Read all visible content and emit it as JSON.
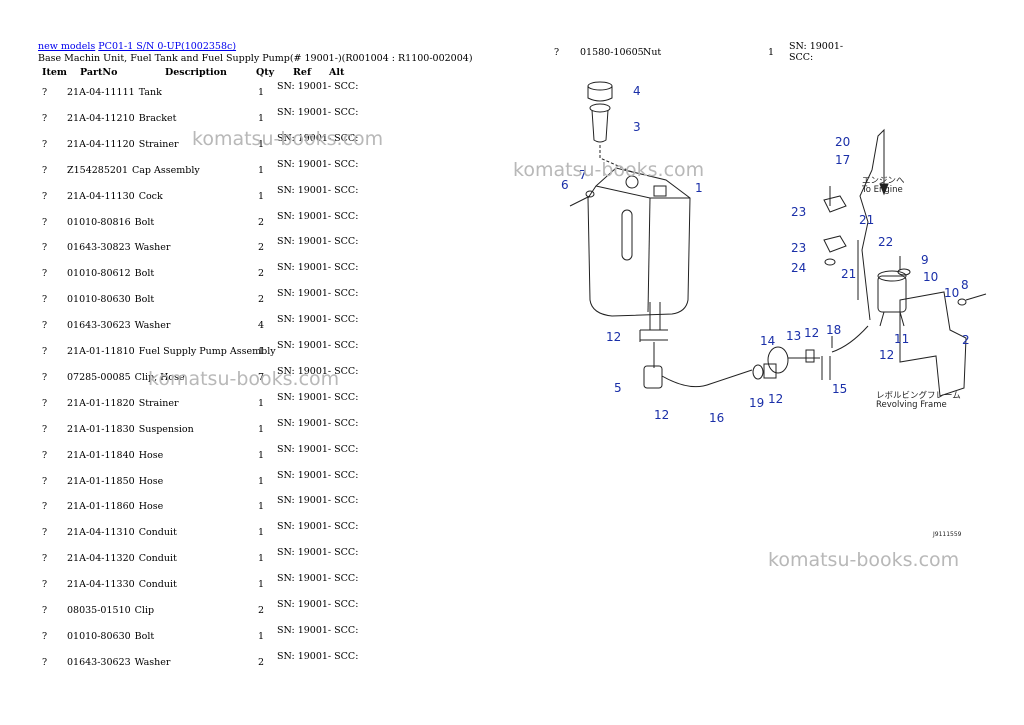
{
  "header": {
    "link_new_models": "new models",
    "link_model": "PC01-1 S/N 0-UP(1002358c)",
    "title": "Base Machin Unit, Fuel Tank and Fuel Supply Pump(# 19001-)(R001004 : R1100-002004)"
  },
  "columns": {
    "item": "Item",
    "partno": "PartNo",
    "description": "Description",
    "qty": "Qty",
    "ref": "Ref",
    "alt": "Alt"
  },
  "parts": [
    {
      "item": "?",
      "partno": "21A-04-11111",
      "desc": "Tank",
      "qty": "1",
      "ref": "SN: 19001-\nSCC:"
    },
    {
      "item": "?",
      "partno": "21A-04-11210",
      "desc": "Bracket",
      "qty": "1",
      "ref": "SN: 19001-\nSCC:"
    },
    {
      "item": "?",
      "partno": "21A-04-11120",
      "desc": "Strainer",
      "qty": "1",
      "ref": "SN: 19001-\nSCC:"
    },
    {
      "item": "?",
      "partno": "Z154285201",
      "desc": "Cap Assembly",
      "qty": "1",
      "ref": "SN: 19001-\nSCC:"
    },
    {
      "item": "?",
      "partno": "21A-04-11130",
      "desc": "Cock",
      "qty": "1",
      "ref": "SN: 19001-\nSCC:"
    },
    {
      "item": "?",
      "partno": "01010-80816",
      "desc": "Bolt",
      "qty": "2",
      "ref": "SN: 19001-\nSCC:"
    },
    {
      "item": "?",
      "partno": "01643-30823",
      "desc": "Washer",
      "qty": "2",
      "ref": "SN: 19001-\nSCC:"
    },
    {
      "item": "?",
      "partno": "01010-80612",
      "desc": "Bolt",
      "qty": "2",
      "ref": "SN: 19001-\nSCC:"
    },
    {
      "item": "?",
      "partno": "01010-80630",
      "desc": "Bolt",
      "qty": "2",
      "ref": "SN: 19001-\nSCC:"
    },
    {
      "item": "?",
      "partno": "01643-30623",
      "desc": "Washer",
      "qty": "4",
      "ref": "SN: 19001-\nSCC:"
    },
    {
      "item": "?",
      "partno": "21A-01-11810",
      "desc": "Fuel Supply Pump Assembly",
      "qty": "1",
      "ref": "SN: 19001-\nSCC:"
    },
    {
      "item": "?",
      "partno": "07285-00085",
      "desc": "Clip, Hose",
      "qty": "7",
      "ref": "SN: 19001-\nSCC:"
    },
    {
      "item": "?",
      "partno": "21A-01-11820",
      "desc": "Strainer",
      "qty": "1",
      "ref": "SN: 19001-\nSCC:"
    },
    {
      "item": "?",
      "partno": "21A-01-11830",
      "desc": "Suspension",
      "qty": "1",
      "ref": "SN: 19001-\nSCC:"
    },
    {
      "item": "?",
      "partno": "21A-01-11840",
      "desc": "Hose",
      "qty": "1",
      "ref": "SN: 19001-\nSCC:"
    },
    {
      "item": "?",
      "partno": "21A-01-11850",
      "desc": "Hose",
      "qty": "1",
      "ref": "SN: 19001-\nSCC:"
    },
    {
      "item": "?",
      "partno": "21A-01-11860",
      "desc": "Hose",
      "qty": "1",
      "ref": "SN: 19001-\nSCC:"
    },
    {
      "item": "?",
      "partno": "21A-04-11310",
      "desc": "Conduit",
      "qty": "1",
      "ref": "SN: 19001-\nSCC:"
    },
    {
      "item": "?",
      "partno": "21A-04-11320",
      "desc": "Conduit",
      "qty": "1",
      "ref": "SN: 19001-\nSCC:"
    },
    {
      "item": "?",
      "partno": "21A-04-11330",
      "desc": "Conduit",
      "qty": "1",
      "ref": "SN: 19001-\nSCC:"
    },
    {
      "item": "?",
      "partno": "08035-01510",
      "desc": "Clip",
      "qty": "2",
      "ref": "SN: 19001-\nSCC:"
    },
    {
      "item": "?",
      "partno": "01010-80630",
      "desc": "Bolt",
      "qty": "1",
      "ref": "SN: 19001-\nSCC:"
    },
    {
      "item": "?",
      "partno": "01643-30623",
      "desc": "Washer",
      "qty": "2",
      "ref": "SN: 19001-\nSCC:"
    }
  ],
  "right_part": {
    "item": "?",
    "partno": "01580-10605",
    "desc": "Nut",
    "qty": "1",
    "ref": "SN: 19001-\nSCC:"
  },
  "watermark": "komatsu-books.com",
  "diagram": {
    "labels": [
      "1",
      "2",
      "3",
      "4",
      "5",
      "6",
      "7",
      "8",
      "9",
      "10",
      "10",
      "11",
      "12",
      "12",
      "12",
      "12",
      "12",
      "13",
      "14",
      "15",
      "16",
      "17",
      "18",
      "19",
      "20",
      "21",
      "21",
      "22",
      "23",
      "23",
      "24"
    ],
    "jp_engine": "エンジンへ",
    "en_engine": "To Engine",
    "jp_frame": "レボルビングフレーム",
    "en_frame": "Revolving Frame",
    "drawing_code": "J9111559"
  },
  "colors": {
    "link": "#0000ee",
    "callout": "#1a2fa8",
    "watermark": "#b8b8b8"
  }
}
